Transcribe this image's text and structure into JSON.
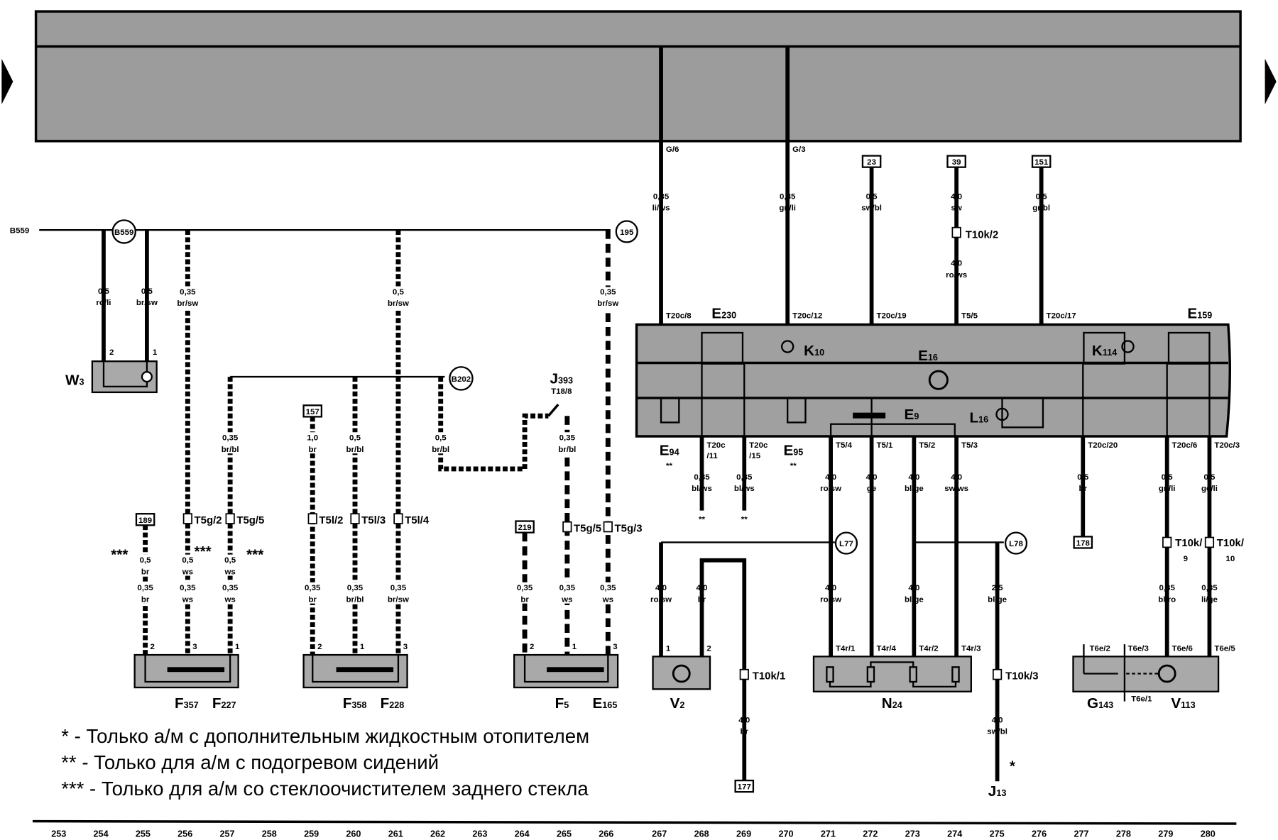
{
  "top_signals": {
    "g6": "G/6",
    "g3": "G/3"
  },
  "references": {
    "r23": "23",
    "r39": "39",
    "r151": "151",
    "r189": "189",
    "r157": "157",
    "r219": "219",
    "r178": "178",
    "r177": "177",
    "b559_bus": "B559",
    "b559": "B559",
    "b202": "B202",
    "c195": "195",
    "l77": "L77",
    "l78": "L78"
  },
  "components": {
    "W3": {
      "main": "W",
      "sub": "3"
    },
    "J393": {
      "main": "J",
      "sub": "393",
      "pin": "T18/8"
    },
    "E230": {
      "main": "E",
      "sub": "230"
    },
    "E159": {
      "main": "E",
      "sub": "159"
    },
    "K10": {
      "main": "K",
      "sub": "10"
    },
    "K114": {
      "main": "K",
      "sub": "114"
    },
    "E16": {
      "main": "E",
      "sub": "16"
    },
    "E94": {
      "main": "E",
      "sub": "94",
      "note": "**"
    },
    "E95": {
      "main": "E",
      "sub": "95",
      "note": "**"
    },
    "E9": {
      "main": "E",
      "sub": "9"
    },
    "L16": {
      "main": "L",
      "sub": "16"
    },
    "F357": {
      "main": "F",
      "sub": "357"
    },
    "F227": {
      "main": "F",
      "sub": "227"
    },
    "F358": {
      "main": "F",
      "sub": "358"
    },
    "F228": {
      "main": "F",
      "sub": "228"
    },
    "F5": {
      "main": "F",
      "sub": "5"
    },
    "E165": {
      "main": "E",
      "sub": "165"
    },
    "V2": {
      "main": "V",
      "sub": "2"
    },
    "N24": {
      "main": "N",
      "sub": "24"
    },
    "G143": {
      "main": "G",
      "sub": "143"
    },
    "V113": {
      "main": "V",
      "sub": "113"
    },
    "J13": {
      "main": "J",
      "sub": "13"
    }
  },
  "connectors": {
    "t20c8": "T20c/8",
    "t20c12": "T20c/12",
    "t20c19": "T20c/19",
    "t55": "T5/5",
    "t20c17": "T20c/17",
    "t20c11a": "T20c",
    "t20c11b": "/11",
    "t20c15a": "T20c",
    "t20c15b": "/15",
    "t54": "T5/4",
    "t51": "T5/1",
    "t52": "T5/2",
    "t53": "T5/3",
    "t20c20": "T20c/20",
    "t20c6": "T20c/6",
    "t20c3": "T20c/3",
    "t10k2": "T10k/2",
    "t10k1": "T10k/1",
    "t10k3": "T10k/3",
    "t10k9a": "T10k/",
    "t10k9b": "9",
    "t10k10a": "T10k/",
    "t10k10b": "10",
    "t5g2": "T5g/2",
    "t5g5": "T5g/5",
    "t5l2": "T5l/2",
    "t5l3": "T5l/3",
    "t5l4": "T5l/4",
    "t5g5b": "T5g/5",
    "t5g3": "T5g/3",
    "t4r1": "T4r/1",
    "t4r4": "T4r/4",
    "t4r2": "T4r/2",
    "t4r3": "T4r/3",
    "t6e2": "T6e/2",
    "t6e3": "T6e/3",
    "t6e6": "T6e/6",
    "t6e5": "T6e/5",
    "t6e1": "T6e/1"
  },
  "pins": {
    "p2": "2",
    "p1": "1",
    "p3": "3"
  },
  "notes": {
    "one": "*",
    "two": "**",
    "three": "***"
  },
  "wires": {
    "a": [
      "0,5",
      "ro/li"
    ],
    "b": [
      "0,5",
      "br/sw"
    ],
    "c": [
      "0,35",
      "br/sw"
    ],
    "d": [
      "0,5",
      "br/sw"
    ],
    "e": [
      "0,35",
      "br/sw"
    ],
    "f": [
      "0,35",
      "br/bl"
    ],
    "g": [
      "1,0",
      "br"
    ],
    "h": [
      "0,5",
      "br/bl"
    ],
    "i": [
      "0,5",
      "br/bl"
    ],
    "j": [
      "0,35",
      "br/bl"
    ],
    "k1": [
      "0,5",
      "br"
    ],
    "k2": [
      "0,35",
      "br"
    ],
    "l1": [
      "0,5",
      "ws"
    ],
    "l2": [
      "0,35",
      "ws"
    ],
    "m1": [
      "0,5",
      "ws"
    ],
    "m2": [
      "0,35",
      "ws"
    ],
    "n": [
      "0,35",
      "br"
    ],
    "o": [
      "0,35",
      "br/bl"
    ],
    "p": [
      "0,35",
      "br/sw"
    ],
    "q": [
      "0,35",
      "br"
    ],
    "r": [
      "0,35",
      "ws"
    ],
    "s": [
      "0,35",
      "ws"
    ],
    "t1": [
      "0,35",
      "li/ws"
    ],
    "t2": [
      "0,35",
      "gn/li"
    ],
    "t3": [
      "0,5",
      "sw/bl"
    ],
    "t4": [
      "4,0",
      "sw"
    ],
    "t4b": [
      "4,0",
      "ro/ws"
    ],
    "t5": [
      "0,5",
      "gr/bl"
    ],
    "u1": [
      "0,35",
      "bl/ws"
    ],
    "u2": [
      "0,35",
      "bl/ws"
    ],
    "u3": [
      "4,0",
      "ro/sw"
    ],
    "u4": [
      "4,0",
      "ge"
    ],
    "u5": [
      "4,0",
      "bl/ge"
    ],
    "u6": [
      "4,0",
      "sw/ws"
    ],
    "u7": [
      "0,5",
      "br"
    ],
    "u8": [
      "0,5",
      "gn/li"
    ],
    "u9": [
      "0,5",
      "ge/li"
    ],
    "v1": [
      "4,0",
      "ro/sw"
    ],
    "v2": [
      "4,0",
      "br"
    ],
    "v3": [
      "4,0",
      "ro/sw"
    ],
    "v4": [
      "4,0",
      "bl/ge"
    ],
    "v5": [
      "2,5",
      "bl/ge"
    ],
    "v6": [
      "0,35",
      "bl/ro"
    ],
    "v7": [
      "0,35",
      "li/ge"
    ],
    "v8": [
      "4,0",
      "br"
    ],
    "v9": [
      "4,0",
      "sw/bl"
    ]
  },
  "footnotes": [
    "* - Только а/м с дополнительным жидкостным отопителем",
    "** - Только для а/м с подогревом сидений",
    "*** - Только для а/м со стеклоочистителем заднего стекла"
  ],
  "grid_numbers": [
    "253",
    "254",
    "255",
    "256",
    "257",
    "258",
    "259",
    "260",
    "261",
    "262",
    "263",
    "264",
    "265",
    "266",
    "267",
    "268",
    "269",
    "270",
    "271",
    "272",
    "273",
    "274",
    "275",
    "276",
    "277",
    "278",
    "279",
    "280"
  ]
}
